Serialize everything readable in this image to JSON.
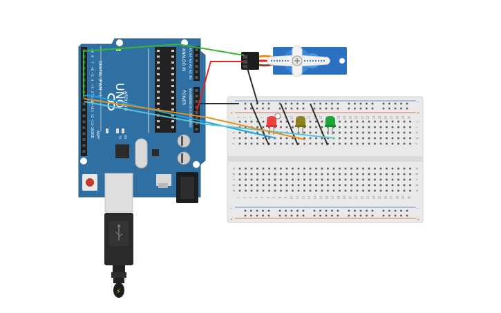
{
  "colors": {
    "board": "#2f6fa1",
    "board_dark": "#1f4f78",
    "breadboard": "#e9e9e9",
    "breadboard_edge": "#cfcfcf",
    "rail_red": "#e74c3c",
    "rail_blue": "#3b6fd6",
    "wire_green": "#36b43a",
    "wire_blue": "#1aa2dc",
    "wire_orange": "#e6901d",
    "wire_teal": "#58c5d8",
    "wire_red": "#e02424",
    "wire_black": "#2b2b2b",
    "led_red": "#ee4040",
    "led_yellow": "#8d8220",
    "led_green": "#1fa33a",
    "servo": "#2b73c2"
  },
  "arduino": {
    "model": "UNO",
    "brand": "ARDUINO",
    "digital_label": "DIGITAL (PWM ~)",
    "analog_label": "ANALOG IN",
    "power_label": "POWER",
    "aref": "AREF",
    "gnd": "GND",
    "tx": "TX",
    "rx": "RX",
    "digital_pins": [
      "~9",
      "8",
      "7",
      "~6",
      "~5",
      "4",
      "~3",
      "2",
      "TX→1",
      "RX←0",
      "13",
      "12",
      "~11",
      "~10"
    ],
    "analog_pins": [
      "A5",
      "A4",
      "A3",
      "A2",
      "A1",
      "A0"
    ],
    "power_pins": [
      "Vin",
      "GND",
      "GND",
      "5V",
      "3.3V",
      "RESET",
      "IOREF"
    ]
  },
  "breadboard": {
    "row_letters_top": [
      "j",
      "i",
      "h",
      "g",
      "f"
    ],
    "row_letters_bottom": [
      "e",
      "d",
      "c",
      "b",
      "a"
    ],
    "columns": [
      "1",
      "2",
      "3",
      "4",
      "5",
      "6",
      "7",
      "8",
      "9",
      "10",
      "11",
      "12",
      "13",
      "14",
      "15",
      "16",
      "17",
      "18",
      "19",
      "20",
      "21",
      "22",
      "23",
      "24",
      "25",
      "26",
      "27",
      "28",
      "29",
      "30"
    ],
    "rail_plus": "+",
    "rail_minus": "−"
  },
  "leds": [
    {
      "name": "led-red",
      "color": "red"
    },
    {
      "name": "led-yellow",
      "color": "yellow"
    },
    {
      "name": "led-green",
      "color": "green"
    }
  ],
  "usb_icon": "usb-plug-icon"
}
